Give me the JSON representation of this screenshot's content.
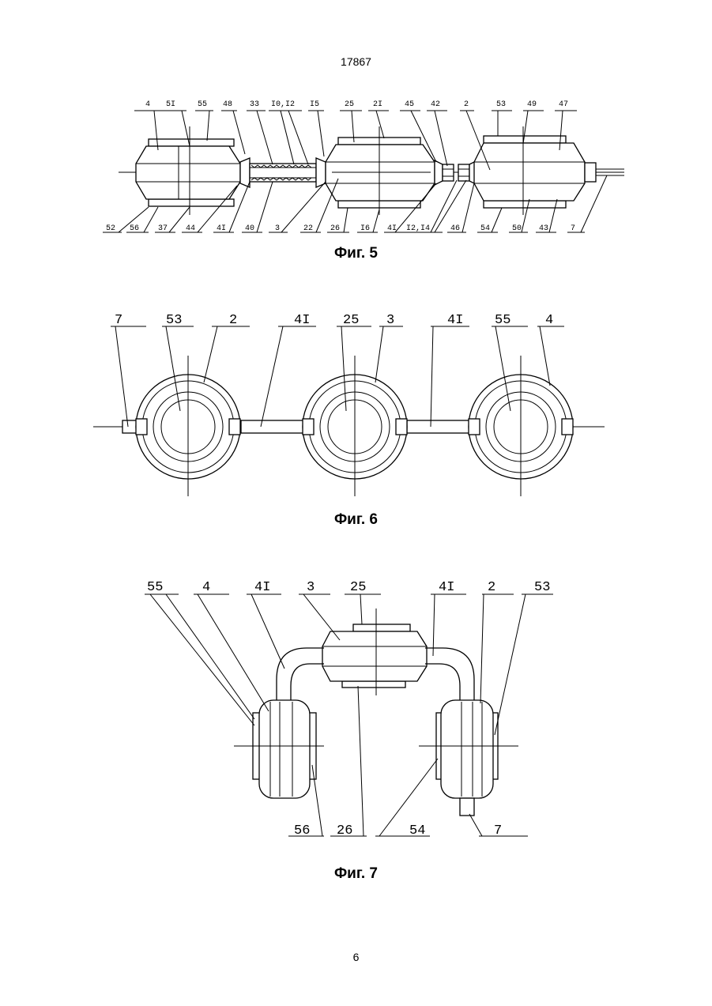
{
  "page": {
    "header_number": "17867",
    "footer_number": "6"
  },
  "figures": {
    "fig5": {
      "caption": "Фиг. 5",
      "top_labels": [
        "4",
        "5I",
        "55",
        "48",
        "33",
        "I0,I2",
        "I5",
        "25",
        "2I",
        "45",
        "42",
        "2",
        "53",
        "49",
        "47"
      ],
      "bottom_labels": [
        "52",
        "56",
        "37",
        "44",
        "4I",
        "40",
        "3",
        "22",
        "26",
        "I6",
        "4I",
        "I2,I4",
        "46",
        "54",
        "50",
        "43",
        "7"
      ]
    },
    "fig6": {
      "caption": "Фиг. 6",
      "top_labels": [
        "7",
        "53",
        "2",
        "4I",
        "25",
        "3",
        "4I",
        "55",
        "4"
      ]
    },
    "fig7": {
      "caption": "Фиг. 7",
      "top_labels": [
        "55",
        "4",
        "4I",
        "3",
        "25",
        "4I",
        "2",
        "53"
      ],
      "bottom_labels": [
        "56",
        "26",
        "54",
        "7"
      ]
    }
  }
}
